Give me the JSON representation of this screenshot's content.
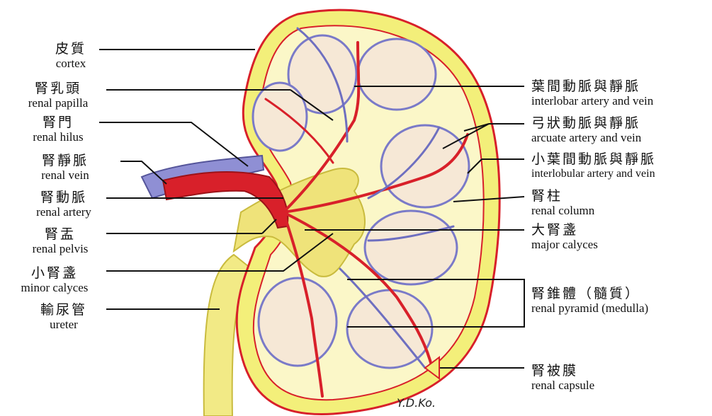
{
  "labels_left": [
    {
      "zh": "皮質",
      "en": "cortex"
    },
    {
      "zh": "腎乳頭",
      "en": "renal papilla"
    },
    {
      "zh": "腎門",
      "en": "renal hilus"
    },
    {
      "zh": "腎靜脈",
      "en": "renal vein"
    },
    {
      "zh": "腎動脈",
      "en": "renal artery"
    },
    {
      "zh": "腎盂",
      "en": "renal pelvis"
    },
    {
      "zh": "小腎盞",
      "en": "minor calyces"
    },
    {
      "zh": "輸尿管",
      "en": "ureter"
    }
  ],
  "labels_right": [
    {
      "zh": "葉間動脈與靜脈",
      "en": "interlobar artery and vein"
    },
    {
      "zh": "弓狀動脈與靜脈",
      "en": "arcuate artery and vein"
    },
    {
      "zh": "小葉間動脈與靜脈",
      "en": "interlobular artery and vein"
    },
    {
      "zh": "腎柱",
      "en": "renal column"
    },
    {
      "zh": "大腎盞",
      "en": "major calyces"
    },
    {
      "zh": "腎錐體（髓質）",
      "en": "renal pyramid (medulla)"
    },
    {
      "zh": "腎被膜",
      "en": "renal capsule"
    }
  ],
  "signature": "Y.D.Ko.",
  "colors": {
    "artery": "#d8202a",
    "vein": "#6e6fc0",
    "capsule": "#f3ef7a",
    "pyramid": "#f6e8d6",
    "pelvis": "#efe37a",
    "ureter": "#f2ea86"
  }
}
